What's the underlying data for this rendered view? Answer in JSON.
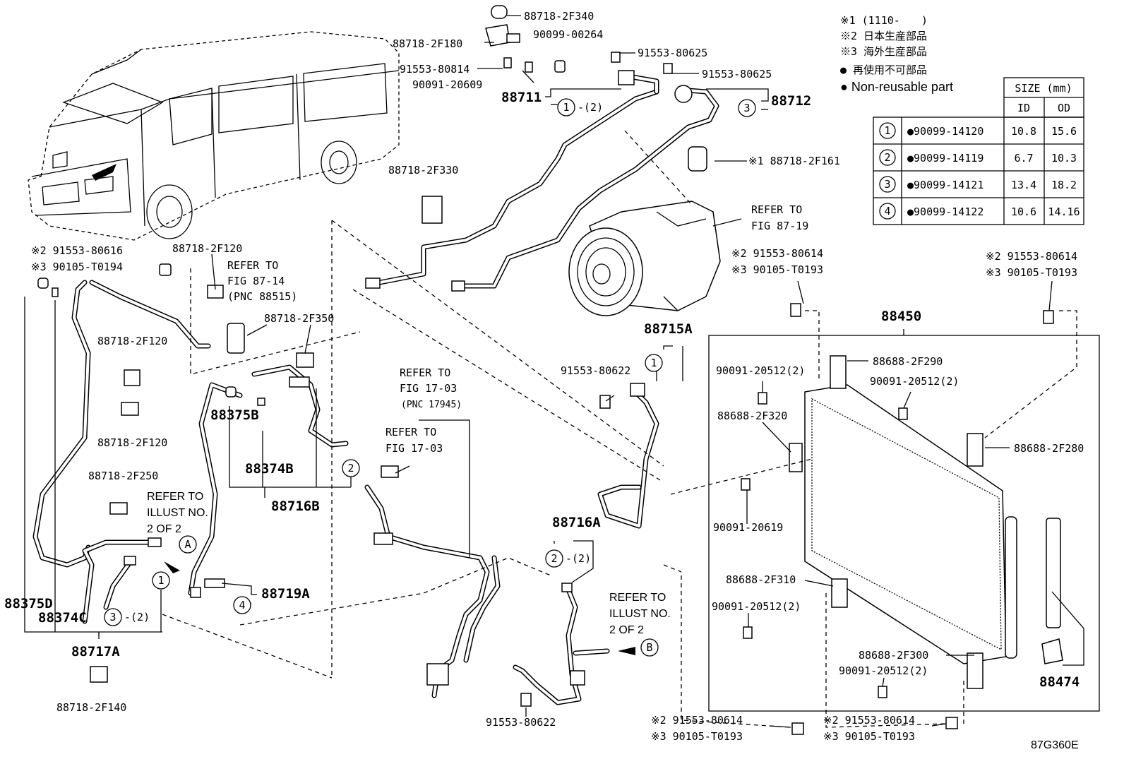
{
  "note_lines": {
    "n1": "※1 (1110-　　)",
    "n2": "※2 日本生産部品",
    "n3": "※3 海外生産部品",
    "n4": "● 再使用不可部品",
    "n5": "● Non-reusable part"
  },
  "size_table": {
    "header": "SIZE (mm)",
    "col_id": "ID",
    "col_od": "OD",
    "rows": [
      {
        "no": "1",
        "part": "●90099-14120",
        "id": "10.8",
        "od": "15.6"
      },
      {
        "no": "2",
        "part": "●90099-14119",
        "id": "6.7",
        "od": "10.3"
      },
      {
        "no": "3",
        "part": "●90099-14121",
        "id": "13.4",
        "od": "18.2"
      },
      {
        "no": "4",
        "part": "●90099-14122",
        "id": "10.6",
        "od": "14.16"
      }
    ]
  },
  "labels": {
    "p_2f340": "88718-2F340",
    "p_00264": "90099-00264",
    "p_2f180": "88718-2F180",
    "p_80625a": "91553-80625",
    "p_80625b": "91553-80625",
    "p_80814": "91553-80814",
    "p_20609": "90091-20609",
    "p_88711": "88711",
    "p_88712": "88712",
    "p_c1_2": "-(2)",
    "p_2f161": "※1 88718-2F161",
    "p_2f330": "88718-2F330",
    "ref_8719_a": "REFER TO",
    "ref_8719_b": "FIG 87-19",
    "p_left_80616": "※2 91553-80616",
    "p_left_t0194": "※3 90105-T0194",
    "p_2f120a": "88718-2F120",
    "ref_8714_a": "REFER TO",
    "ref_8714_b": "FIG 87-14",
    "ref_8714_c": "(PNC 88515)",
    "p_2f350": "88718-2F350",
    "p_2f120b": "88718-2F120",
    "p_2f120c": "88718-2F120",
    "p_88375b": "88375B",
    "p_88374b": "88374B",
    "p_88716b": "88716B",
    "p_2f250": "88718-2F250",
    "ref_illA_a": "REFER TO",
    "ref_illA_b": "ILLUST NO.",
    "ref_illA_c": "2 OF 2",
    "ref_1703a_a": "REFER TO",
    "ref_1703a_b": "FIG 17-03",
    "ref_1703a_c": "(PNC 17945)",
    "ref_1703b_a": "REFER TO",
    "ref_1703b_b": "FIG 17-03",
    "p_88719a": "88719A",
    "p_88375d": "88375D",
    "p_88374c": "88374C",
    "p_c3_2": "-(2)",
    "p_88717a": "88717A",
    "p_2f140": "88718-2F140",
    "p_88715a": "88715A",
    "p_80622a": "91553-80622",
    "p_88716a": "88716A",
    "p_c2_2": "-(2)",
    "ref_illB_a": "REFER TO",
    "ref_illB_b": "ILLUST NO.",
    "ref_illB_c": "2 OF 2",
    "p_80622b": "91553-80622",
    "p_mid_80614": "※2 91553-80614",
    "p_mid_t0193": "※3 90105-T0193",
    "p_right_80614": "※2 91553-80614",
    "p_right_t0193": "※3 90105-T0193",
    "p_88450": "88450",
    "p_20512a": "90091-20512(2)",
    "p_2f290": "88688-2F290",
    "p_20512b": "90091-20512(2)",
    "p_2f320": "88688-2F320",
    "p_2f280": "88688-2F280",
    "p_20619": "90091-20619",
    "p_2f310": "88688-2F310",
    "p_20512c": "90091-20512(2)",
    "p_2f300": "88688-2F300",
    "p_20512d": "90091-20512(2)",
    "p_88474": "88474",
    "p_bot1_80614": "※2 91553-80614",
    "p_bot1_t0193": "※3 90105-T0193",
    "p_bot2_80614": "※2 91553-80614",
    "p_bot2_t0193": "※3 90105-T0193",
    "fig_code": "87G360E"
  },
  "circle_marks": {
    "one": "1",
    "two": "2",
    "three": "3",
    "four": "4",
    "A": "A",
    "B": "B"
  },
  "colors": {
    "ink": "#000000",
    "paper": "#ffffff"
  }
}
